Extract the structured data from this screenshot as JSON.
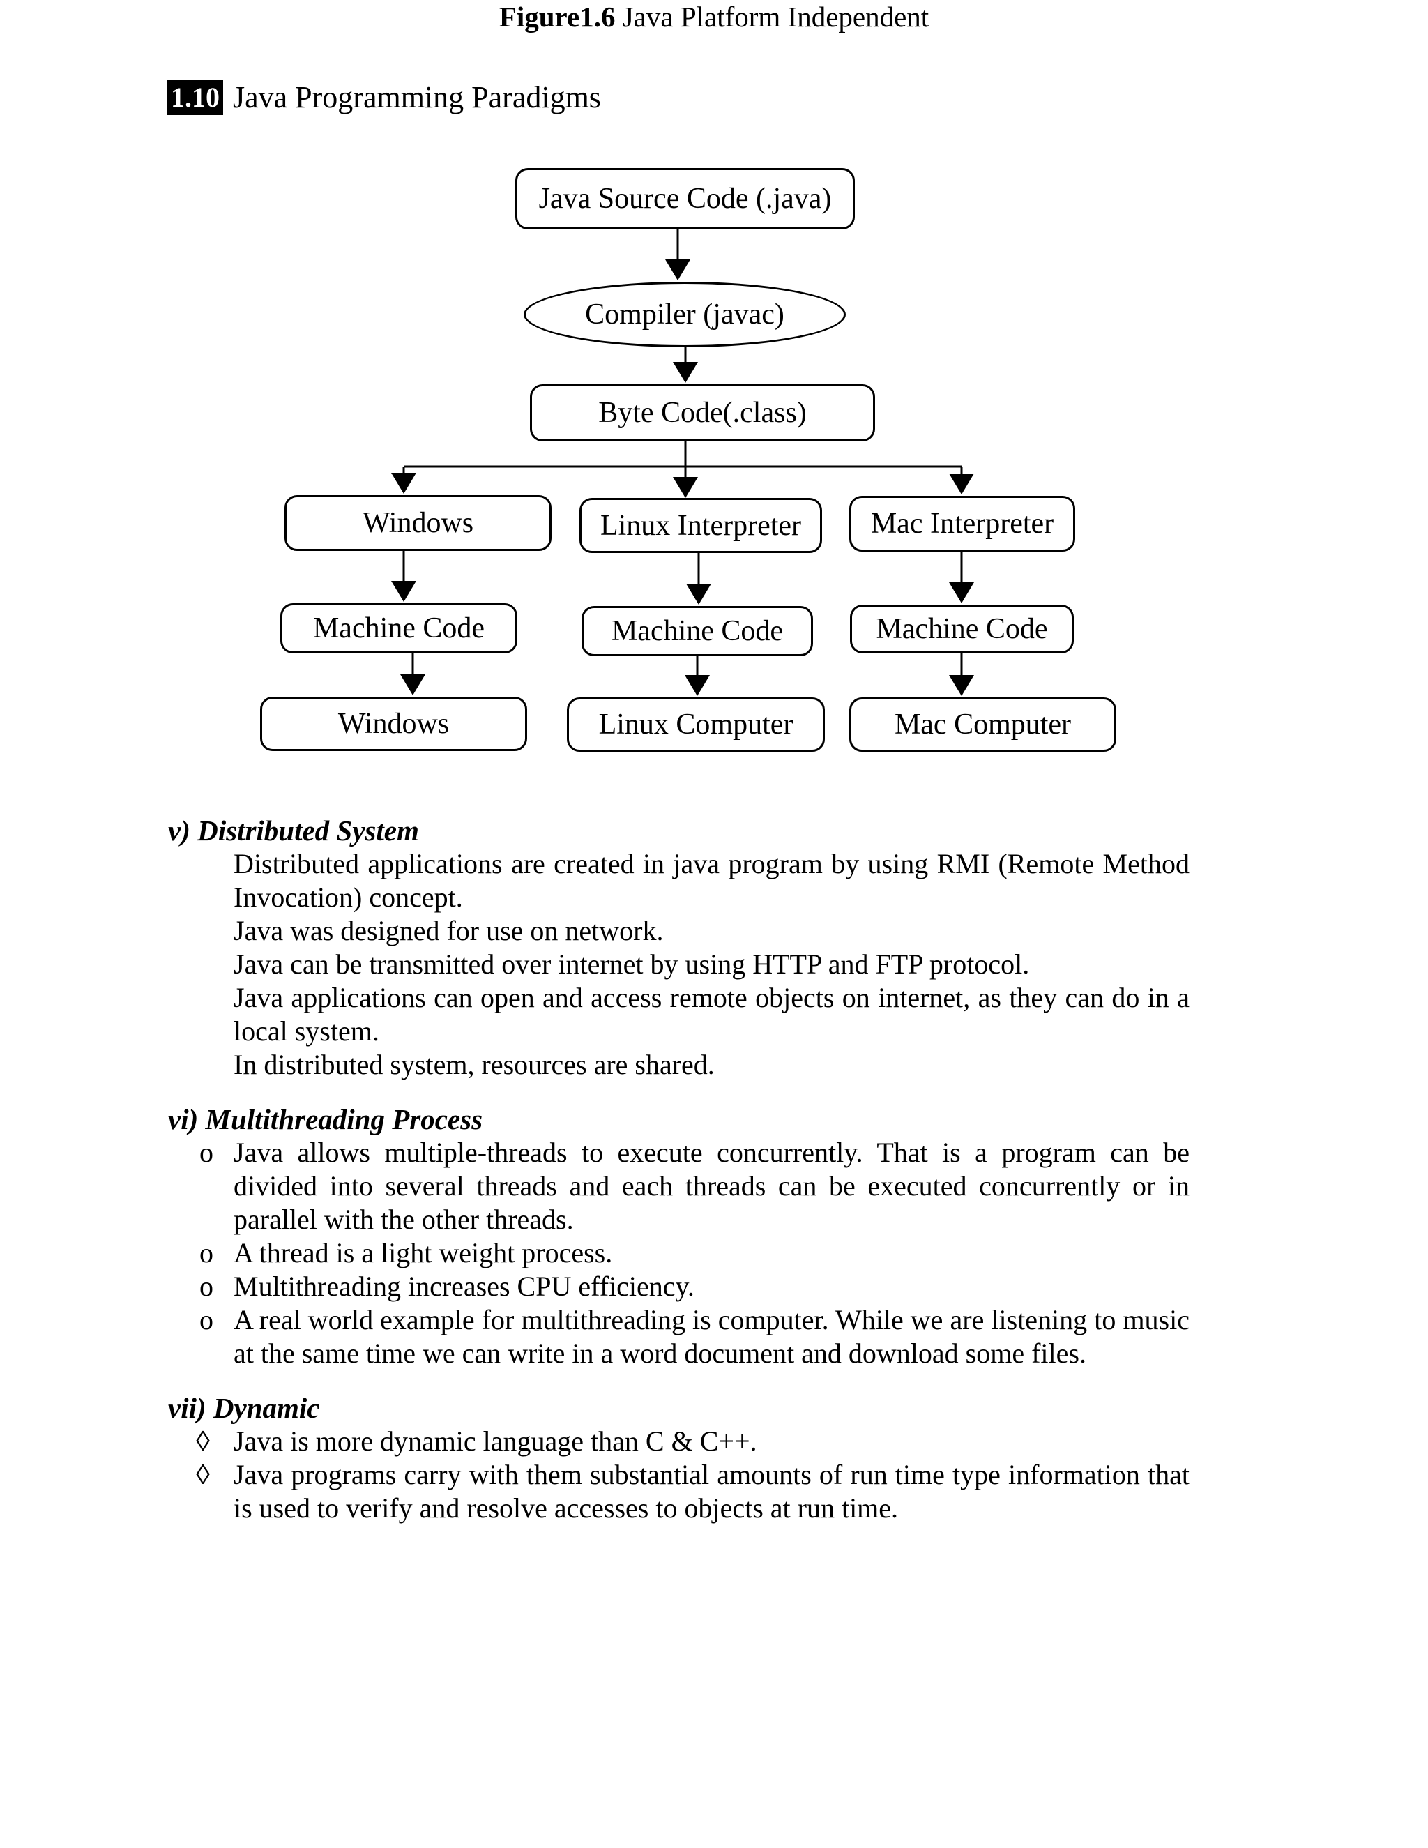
{
  "colors": {
    "text": "#000000",
    "background": "#ffffff",
    "line": "#000000"
  },
  "header": {
    "badge": "1.10",
    "title": "Java Programming Paradigms"
  },
  "diagram": {
    "nodes": {
      "source": "Java Source Code (.java)",
      "compiler": "Compiler (javac)",
      "bytecode": "Byte Code(.class)",
      "windows_interpreter": "Windows",
      "linux_interpreter": "Linux Interpreter",
      "mac_interpreter": "Mac Interpreter",
      "machine_code_windows": "Machine Code",
      "machine_code_linux": "Machine Code",
      "machine_code_mac": "Machine Code",
      "windows_computer": "Windows",
      "linux_computer": "Linux Computer",
      "mac_computer": "Mac Computer"
    },
    "caption_bold": "Figure1.6",
    "caption_rest": " Java Platform Independent"
  },
  "sections": [
    {
      "heading": "v) Distributed System",
      "items": [
        "Distributed applications are created in java program by using RMI (Remote Method Invocation) concept.",
        "Java was designed for use on network.",
        "Java can be transmitted over internet by using HTTP and FTP protocol.",
        "Java applications can open and access remote objects on internet, as they can do in a local system.",
        "In distributed system, resources are shared."
      ]
    },
    {
      "heading": "vi) Multithreading Process",
      "marker": "o",
      "items": [
        "Java allows multiple-threads to execute concurrently. That is a program can be divided into several threads and each threads can be executed concurrently or in parallel with the other threads.",
        "A thread is a light weight process.",
        "Multithreading increases CPU efficiency.",
        "A real world example for multithreading is computer. While we are listening to music at the same time we can write in a word document and download some files."
      ]
    },
    {
      "heading": "vii) Dynamic",
      "marker": "◊",
      "items": [
        "Java is more dynamic language than C & C++.",
        "Java programs carry with them substantial amounts of run time type information that is used to verify and resolve accesses to objects at run time."
      ]
    }
  ]
}
